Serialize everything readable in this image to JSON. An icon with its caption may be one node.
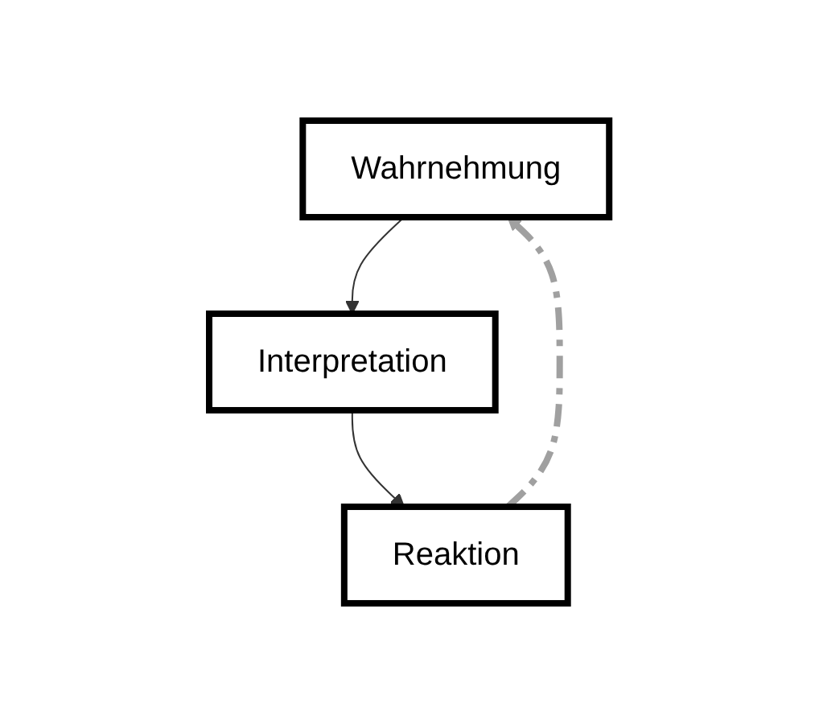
{
  "diagram": {
    "nodes": [
      {
        "text": [
          "Wahrnehmung"
        ]
      },
      {
        "text": [
          "Interpretation"
        ]
      },
      {
        "text": [
          "Reaktion"
        ]
      }
    ],
    "edges": [
      {
        "from": 0,
        "to": 1,
        "arrow": "to"
      },
      {
        "from": 1,
        "to": 2,
        "arrow": "to"
      },
      {
        "from": 2,
        "to": 0,
        "arrow": "to",
        "style": "dashed",
        "color": "#a0a0a0"
      }
    ]
  }
}
